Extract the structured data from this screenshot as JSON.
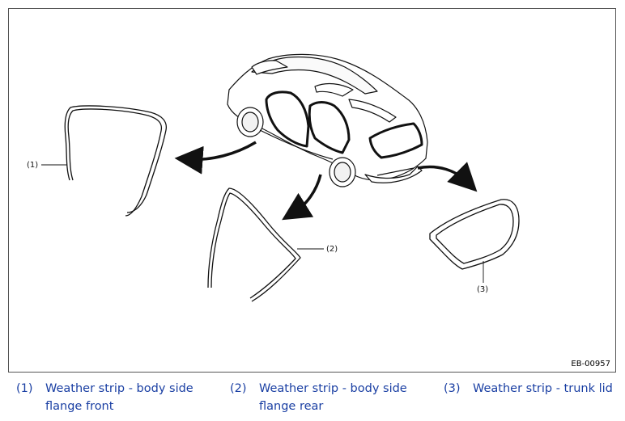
{
  "figure": {
    "id": "EB-00957",
    "callouts": [
      "(1)",
      "(2)",
      "(3)"
    ]
  },
  "legend": [
    {
      "num": "(1)",
      "text": "Weather strip - body side flange front"
    },
    {
      "num": "(2)",
      "text": "Weather strip - body side flange rear"
    },
    {
      "num": "(3)",
      "text": "Weather strip - trunk lid"
    }
  ],
  "colors": {
    "legend_text": "#1a3fa3",
    "line": "#111111"
  }
}
